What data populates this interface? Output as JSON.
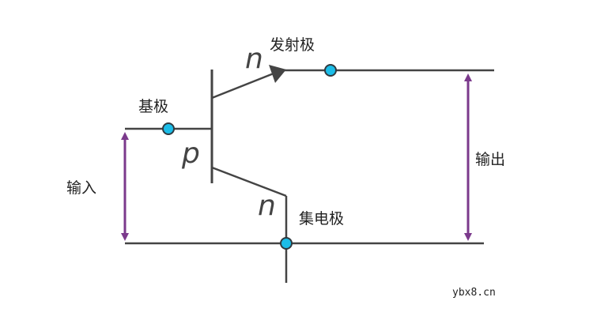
{
  "labels": {
    "emitter": "发射极",
    "base": "基极",
    "collector": "集电极",
    "input": "输入",
    "output": "输出"
  },
  "regions": {
    "emitter_type": "n",
    "base_type": "p",
    "collector_type": "n"
  },
  "watermark": "ybx8.cn",
  "colors": {
    "wire": "#444444",
    "node_fill": "#1bbde8",
    "node_stroke": "#2f3a40",
    "arrow": "#7b3a8c"
  }
}
